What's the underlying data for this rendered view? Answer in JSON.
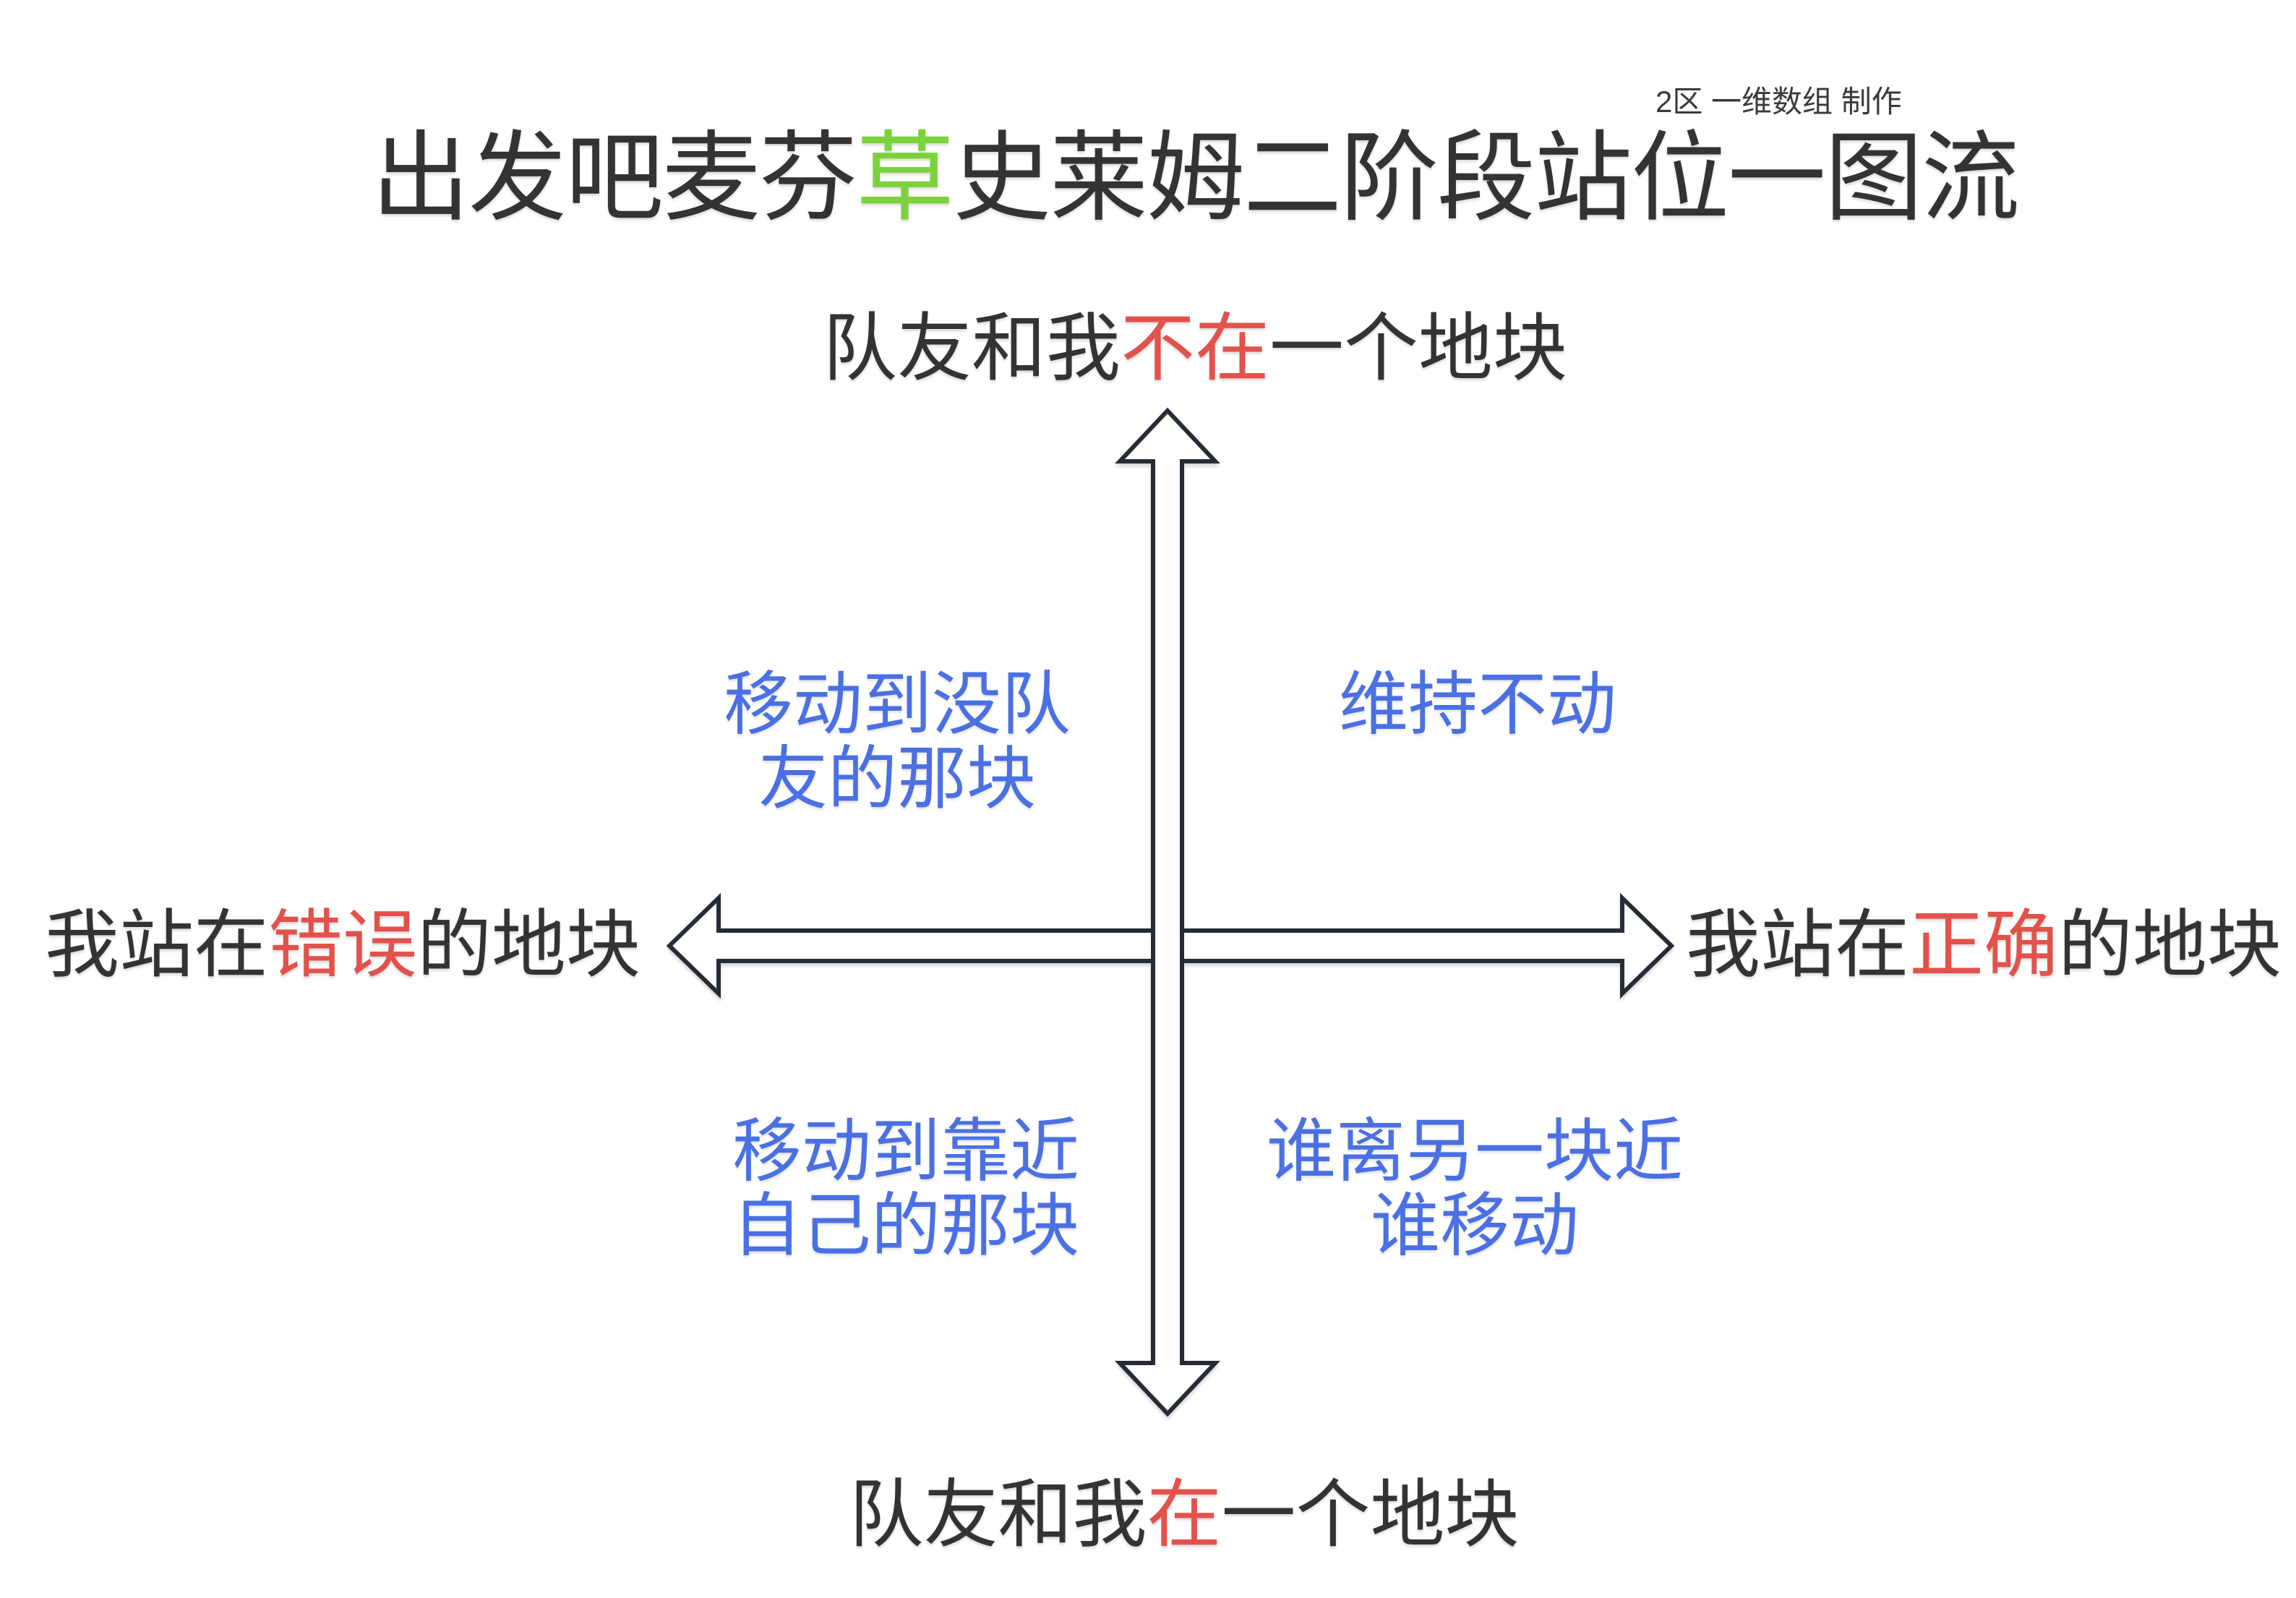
{
  "credit": "2区 一维数组 制作",
  "title": {
    "prefix": "出发吧麦芬",
    "highlight": "草",
    "suffix": "史莱姆二阶段站位一图流"
  },
  "axes": {
    "top": {
      "prefix": "队友和我",
      "highlight": "不在",
      "suffix": "一个地块"
    },
    "bottom": {
      "prefix": "队友和我",
      "highlight": "在",
      "suffix": "一个地块"
    },
    "left": {
      "prefix": "我站在",
      "highlight": "错误",
      "suffix": "的地块"
    },
    "right": {
      "prefix": "我站在",
      "highlight": "正确",
      "suffix": "的地块"
    }
  },
  "quadrants": {
    "top_left": {
      "line1": "移动到没队",
      "line2": "友的那块"
    },
    "top_right": {
      "line1": "维持不动",
      "line2": ""
    },
    "bottom_left": {
      "line1": "移动到靠近",
      "line2": "自己的那块"
    },
    "bottom_right": {
      "line1": "谁离另一块近",
      "line2": "谁移动"
    }
  },
  "colors": {
    "highlight_red": "#E2524B",
    "quadrant_blue": "#4A70E4",
    "title_green": "#7CD23C",
    "text_dark": "#333333",
    "arrow_outline": "#262C35",
    "page_bg": "#FFFFFF"
  }
}
